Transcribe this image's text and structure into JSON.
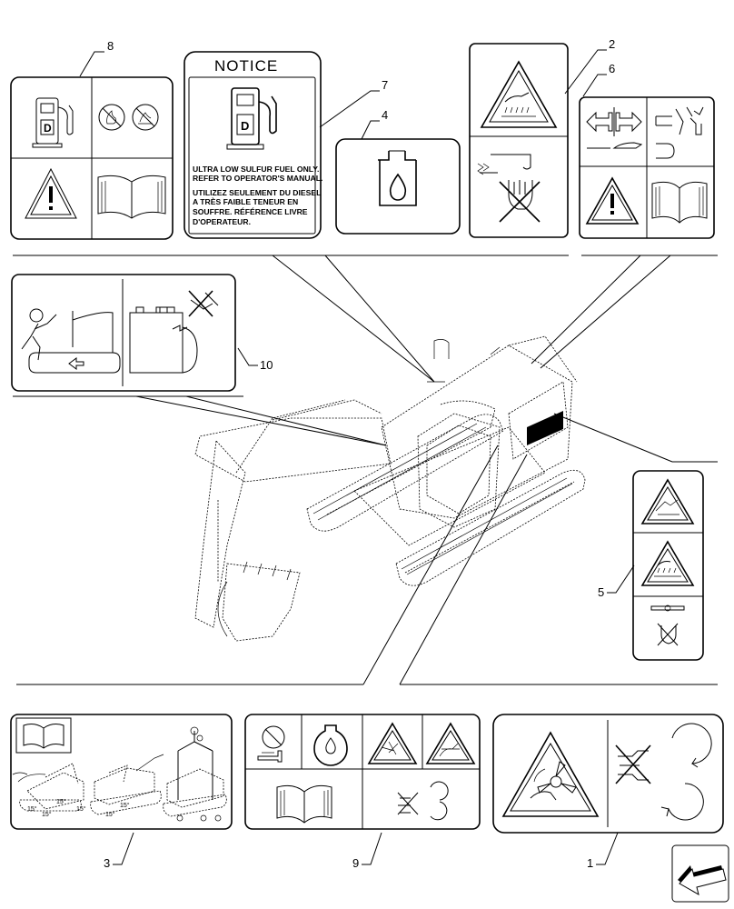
{
  "callouts": {
    "c1": "1",
    "c2": "2",
    "c3": "3",
    "c4": "4",
    "c5": "5",
    "c6": "6",
    "c7": "7",
    "c8": "8",
    "c9": "9",
    "c10": "10"
  },
  "decal7": {
    "title": "NOTICE",
    "line1": "ULTRA LOW SULFUR FUEL ONLY.",
    "line2": "REFER TO OPERATOR'S MANUAL.",
    "line3": "UTILIZEZ SEULEMENT DU DIESEL",
    "line4": "A TRÈS FAIBLE TENEUR EN",
    "line5": "SOUFFRE. RÉFÉRENCE LIVRE",
    "line6": "D'OPERATEUR."
  },
  "decal3": {
    "angle_labels": [
      "15°",
      "15°",
      "15°",
      "15°",
      "15°",
      "15°"
    ]
  },
  "icons": [
    "fuel-pump-icon",
    "no-flame-icon",
    "warning-icon",
    "manual-book-icon",
    "coolant-icon",
    "nav-arrow-icon"
  ],
  "colors": {
    "line": "#000000",
    "background": "#ffffff"
  }
}
